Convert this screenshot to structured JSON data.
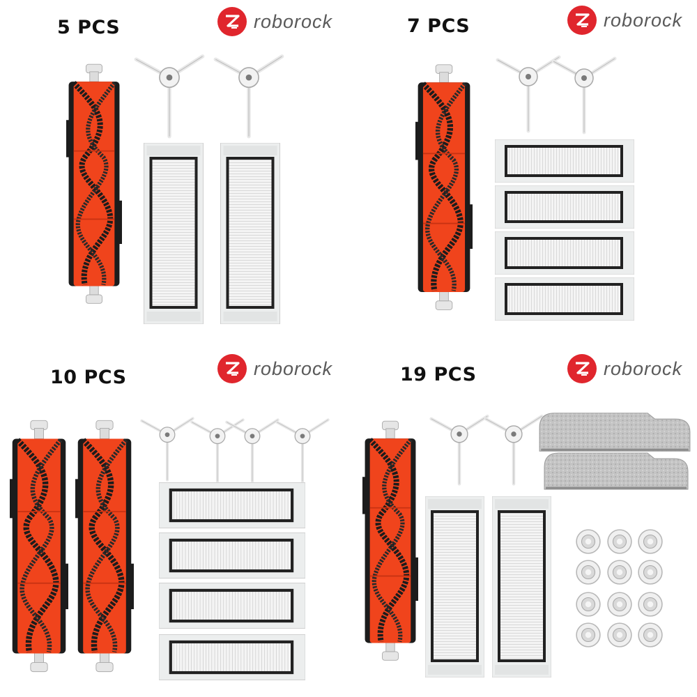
{
  "brand": {
    "name": "roborock",
    "accent": "#e0262d",
    "text_color": "#5a5a5a"
  },
  "colors": {
    "brush_orange": "#f0441c",
    "bristle_black": "#1c1c1c",
    "filter_frame": "#eceeee",
    "filter_mesh": "#d9d9d9",
    "filter_border": "#222222",
    "mop_gray": "#b9b9b9"
  },
  "panels": [
    {
      "label": "5 PCS",
      "main_brushes": 1,
      "side_brushes": 2,
      "filters": 2,
      "filter_orientation": "vertical"
    },
    {
      "label": "7 PCS",
      "main_brushes": 1,
      "side_brushes": 2,
      "filters": 4,
      "filter_orientation": "horizontal"
    },
    {
      "label": "10 PCS",
      "main_brushes": 2,
      "side_brushes": 4,
      "filters": 4,
      "filter_orientation": "horizontal"
    },
    {
      "label": "19 PCS",
      "main_brushes": 1,
      "side_brushes": 2,
      "filters": 2,
      "filter_orientation": "vertical",
      "mop_pads": 2,
      "water_tank_filters": 12
    }
  ]
}
